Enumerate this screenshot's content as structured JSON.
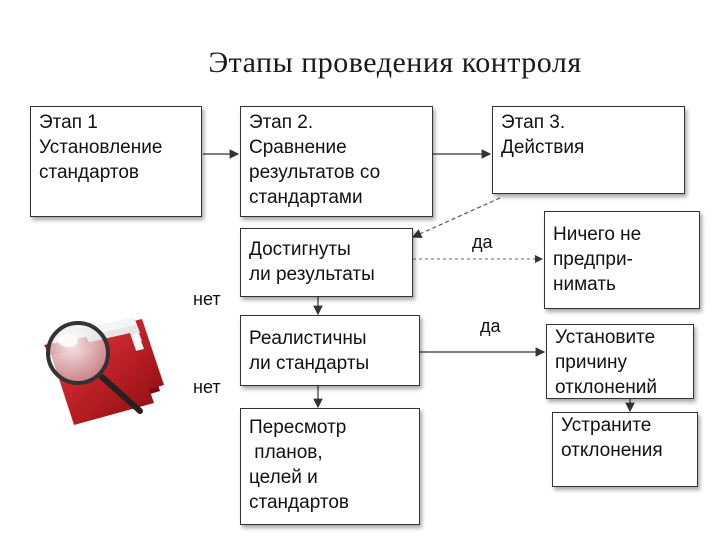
{
  "title": "Этапы проведения контроля",
  "stage1": {
    "line1": "Этап 1",
    "line2": "Установление",
    "line3": "стандартов"
  },
  "stage2": {
    "line1": "Этап 2.",
    "line2": "Сравнение",
    "line3": "результатов со",
    "line4": "стандартами"
  },
  "stage3": {
    "line1": "Этап 3.",
    "line2": "Действия"
  },
  "achieved": {
    "line1": "Достигнуты",
    "line2": "ли результаты"
  },
  "realistic": {
    "line1": "Реалистичны",
    "line2": "ли стандарты"
  },
  "revise": {
    "line1": "Пересмотр",
    "line2": " планов,",
    "line3": "целей и",
    "line4": "стандартов"
  },
  "nothing": {
    "line1": "Ничего не",
    "line2": "предпри-",
    "line3": "нимать"
  },
  "find_cause": {
    "line1": "Установите",
    "line2": "причину",
    "line3": "отклонений"
  },
  "eliminate": {
    "line1": "Устраните",
    "line2": "отклонения"
  },
  "labels": {
    "yes1": "да",
    "yes2": "да",
    "no1": "нет",
    "no2": "нет"
  },
  "colors": {
    "folder_red": "#c8161d",
    "border": "#333333"
  },
  "icon": "magnifier-over-folders-icon"
}
